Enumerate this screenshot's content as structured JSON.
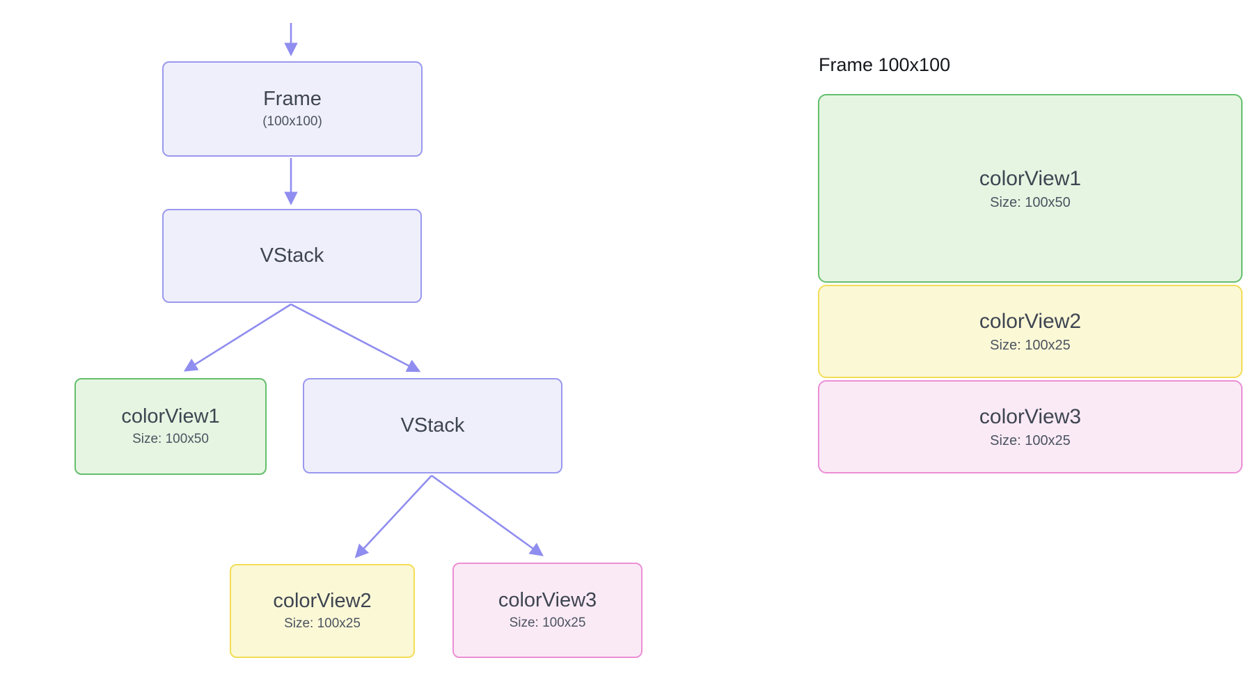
{
  "colors": {
    "connector": "#8f8def",
    "node_fill": "#efeffb",
    "node_border": "#9a98ee",
    "green_fill": "#e6f5e2",
    "green_border": "#63bf6b",
    "yellow_fill": "#fbf8d6",
    "yellow_border": "#f2dd55",
    "pink_fill": "#faeaf6",
    "pink_border": "#ec8ed6",
    "title_text": "#3e4551",
    "subtitle_text": "#4b5360"
  },
  "diagram": {
    "frame": {
      "title": "Frame",
      "subtitle": "(100x100)"
    },
    "vstack_outer": {
      "title": "VStack"
    },
    "color_view1": {
      "title": "colorView1",
      "subtitle": "Size: 100x50"
    },
    "vstack_inner": {
      "title": "VStack"
    },
    "color_view2": {
      "title": "colorView2",
      "subtitle": "Size: 100x25"
    },
    "color_view3": {
      "title": "colorView3",
      "subtitle": "Size: 100x25"
    }
  },
  "preview": {
    "label": "Frame 100x100",
    "items": [
      {
        "title": "colorView1",
        "subtitle": "Size: 100x50"
      },
      {
        "title": "colorView2",
        "subtitle": "Size: 100x25"
      },
      {
        "title": "colorView3",
        "subtitle": "Size: 100x25"
      }
    ]
  }
}
